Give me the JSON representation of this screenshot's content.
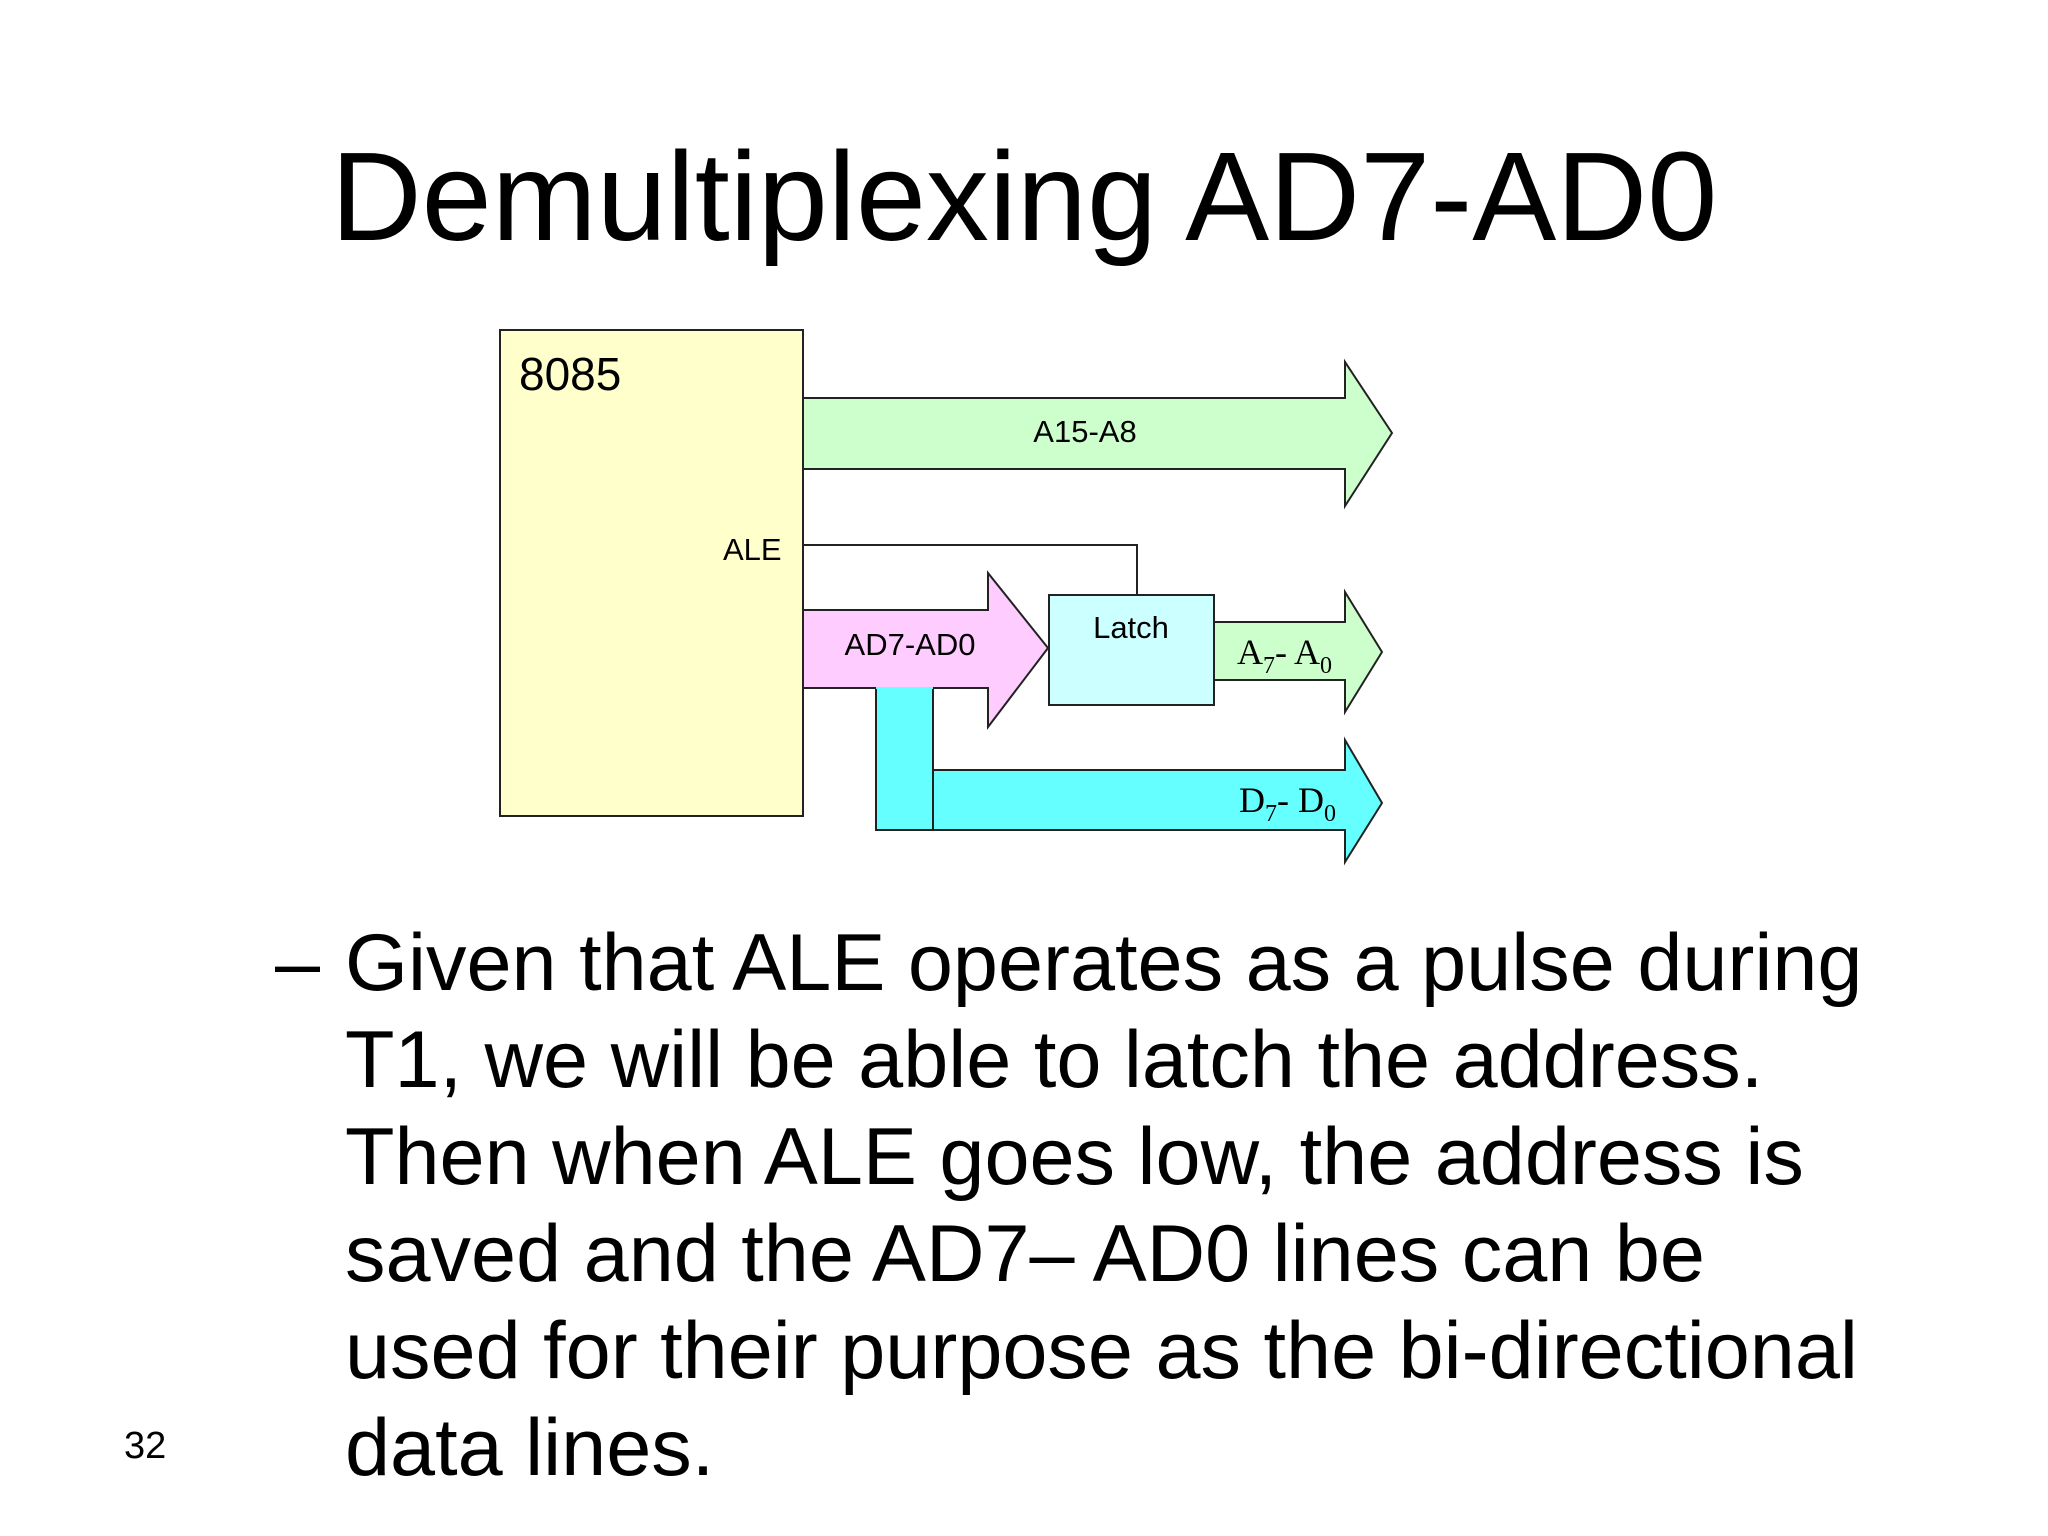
{
  "slide": {
    "title": "Demultiplexing AD7-AD0",
    "bullet_dash": "–",
    "bullet_text": "Given that ALE operates as a pulse during T1, we will be able to latch the address. Then when ALE goes low, the address is saved and the AD7– AD0 lines can be used for their purpose as the bi-directional data lines.",
    "page_number": "32"
  },
  "diagram": {
    "cpu_label": "8085",
    "ale_label": "ALE",
    "high_bus_label": "A15-A8",
    "ad_bus_label": "AD7-AD0",
    "latch_label": "Latch",
    "addr_out": {
      "main": "A",
      "sub1": "7",
      "sep": "- A",
      "sub2": "0"
    },
    "data_out": {
      "main": "D",
      "sub1": "7",
      "sep": "- D",
      "sub2": "0"
    },
    "colors": {
      "cpu_fill": "#ffffcc",
      "high_bus_fill": "#ccffcc",
      "ad_bus_fill": "#ffccff",
      "latch_fill": "#ccffff",
      "addr_out_fill": "#ccffcc",
      "data_out_fill": "#66ffff"
    }
  }
}
